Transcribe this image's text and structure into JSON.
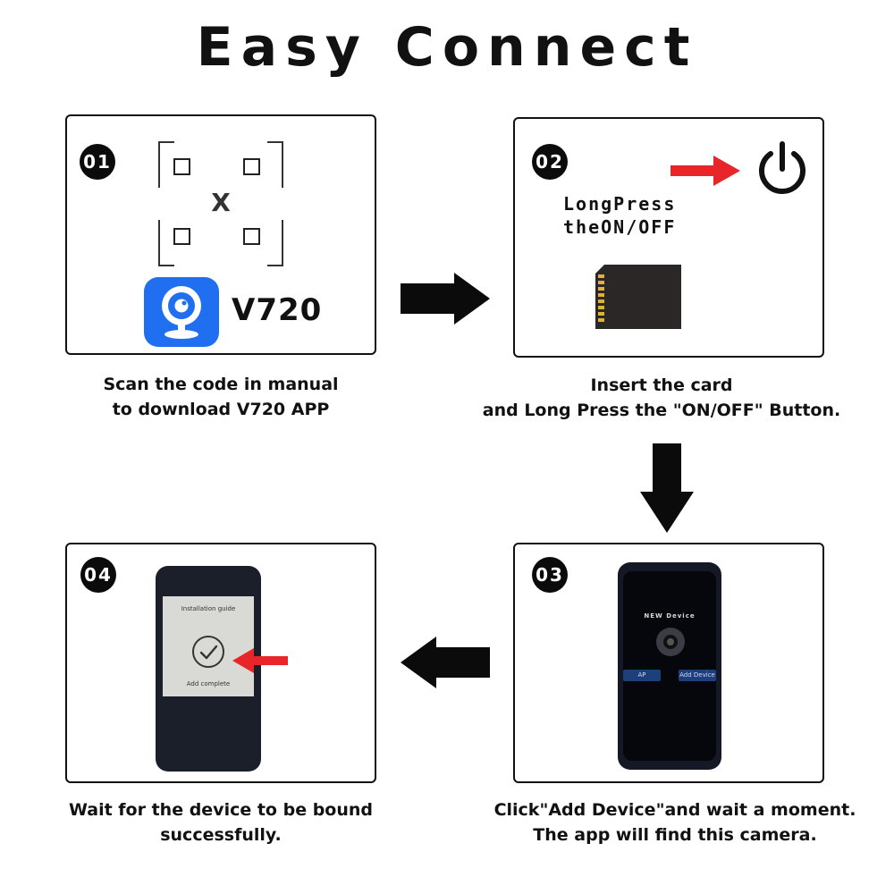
{
  "title": "Easy Connect",
  "steps": [
    {
      "badge": "01",
      "app_name": "V720",
      "qr_center": "X",
      "caption_lines": [
        "Scan the code in manual",
        "to download V720 APP"
      ]
    },
    {
      "badge": "02",
      "press_lines": [
        "LongPress",
        "theON/OFF"
      ],
      "caption_lines": [
        "Insert the card",
        "and Long Press the \"ON/OFF\" Button."
      ]
    },
    {
      "badge": "03",
      "screen_title": "NEW Device",
      "screen_btn_left": "AP",
      "screen_btn_right": "Add Device",
      "caption_lines": [
        "Click\"Add Device\"and wait a moment.",
        "The app will find this camera."
      ]
    },
    {
      "badge": "04",
      "screen_title": "Installation guide",
      "screen_status": "Add complete",
      "caption_lines": [
        "Wait for the device to be bound",
        "successfully."
      ]
    }
  ],
  "colors": {
    "accent_red": "#e8262a",
    "app_blue": "#1f6ff0",
    "badge_bg": "#0b0b0b"
  },
  "icons": [
    "power-icon",
    "sd-card-icon",
    "v720-app-icon",
    "qr-code-icon",
    "checkmark-icon",
    "arrow-right-icon",
    "arrow-down-icon",
    "arrow-left-icon"
  ]
}
